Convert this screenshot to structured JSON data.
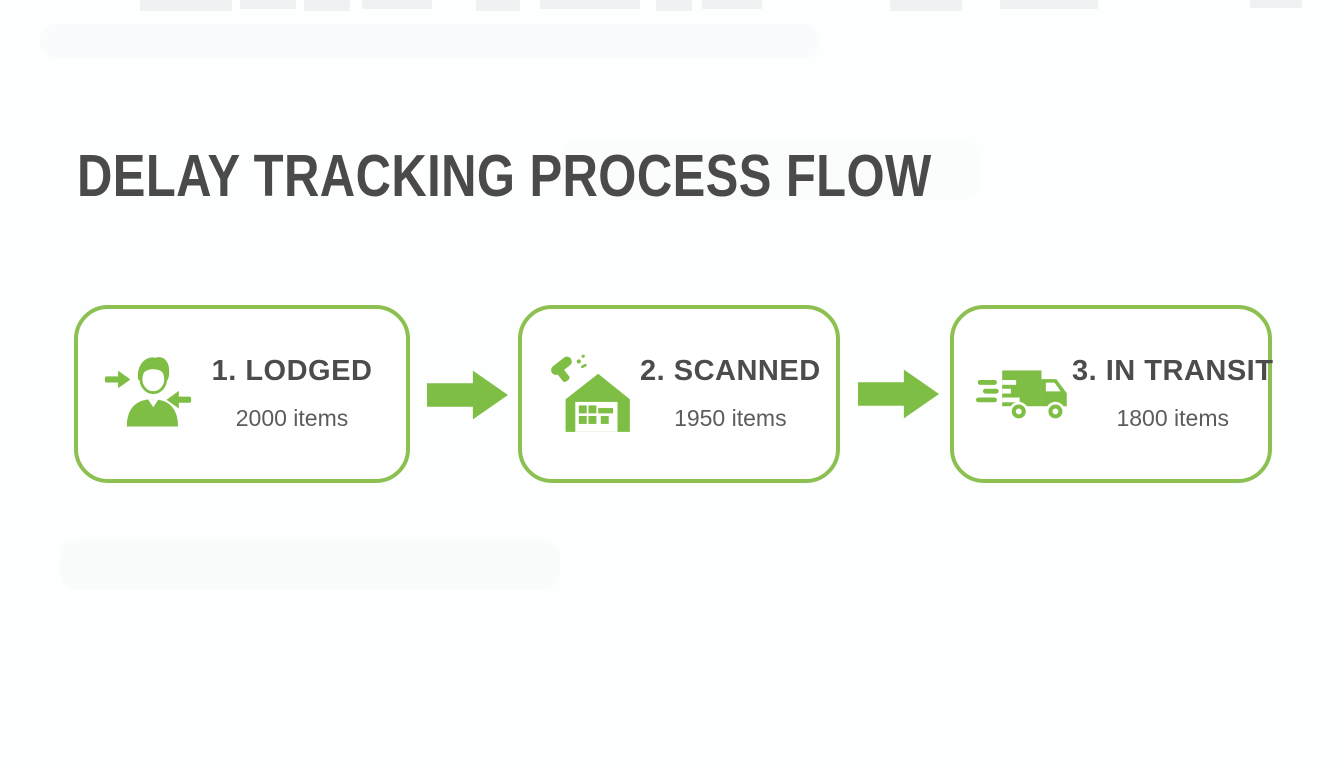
{
  "slide": {
    "title": "DELAY TRACKING PROCESS FLOW"
  },
  "colors": {
    "accent_green": "#7ebe44",
    "box_border_green": "#8cc152",
    "title_text": "#4a4a4a",
    "step_label_text": "#4c4c4c",
    "items_text": "#5c5c5c",
    "background": "#fdfefe"
  },
  "flow": {
    "steps": [
      {
        "label": "1. LODGED",
        "count": "2000 items",
        "icon": "person-receive-icon"
      },
      {
        "label": "2. SCANNED",
        "count": "1950 items",
        "icon": "warehouse-scanner-icon"
      },
      {
        "label": "3. IN TRANSIT",
        "count": "1800 items",
        "icon": "speeding-truck-icon"
      }
    ],
    "connector_icon": "arrow-right-icon"
  }
}
